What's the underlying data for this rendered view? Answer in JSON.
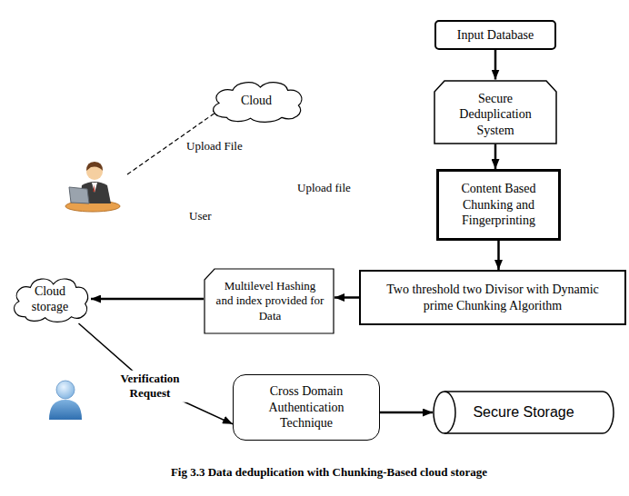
{
  "diagram": {
    "caption": "Fig 3.3 Data deduplication with Chunking-Based cloud storage",
    "nodes": [
      {
        "text": [
          "Input Database"
        ]
      },
      {
        "text": [
          "Secure Deduplication System"
        ]
      },
      {
        "text": [
          "Content Based Chunking and Fingerprinting"
        ]
      },
      {
        "text": [
          "Two threshold two Divisor with Dynamic prime Chunking Algorithm"
        ]
      },
      {
        "text": [
          "Multilevel Hashing and index provided for Data"
        ]
      },
      {
        "text": [
          "Cloud storage"
        ]
      },
      {
        "text": [
          "Cloud"
        ]
      },
      {
        "text": [
          "Cross Domain Authentication Technique"
        ]
      },
      {
        "text": [
          "Secure Storage"
        ]
      }
    ],
    "edges": [
      {
        "from": 0,
        "to": 1,
        "arrow": "to"
      },
      {
        "from": 1,
        "to": 2,
        "arrow": "to"
      },
      {
        "from": 2,
        "to": 3,
        "arrow": "to"
      },
      {
        "from": 3,
        "to": 4,
        "arrow": "to"
      },
      {
        "from": 4,
        "to": 5,
        "arrow": "to"
      },
      {
        "from": 5,
        "to": 7,
        "label": "Verification Request",
        "arrow": "to"
      },
      {
        "from": 7,
        "to": 8,
        "arrow": "to"
      }
    ],
    "labels": [
      "Upload File",
      "Upload file",
      "User"
    ]
  }
}
